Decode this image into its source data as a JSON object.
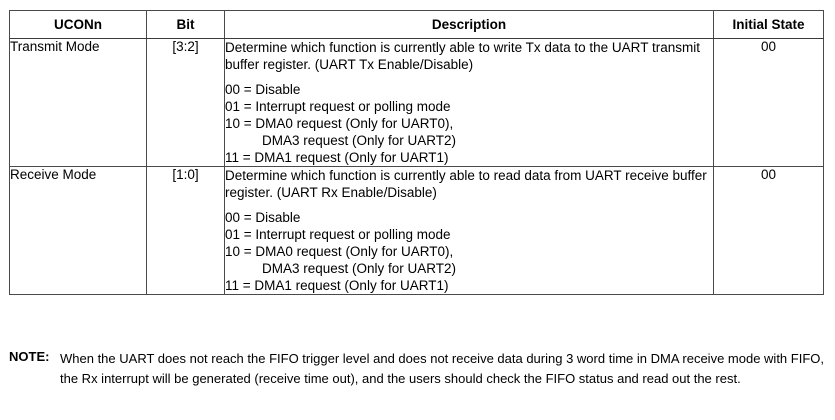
{
  "table": {
    "headers": [
      {
        "label": "UCONn"
      },
      {
        "label": "Bit"
      },
      {
        "label": "Description"
      },
      {
        "label": "Initial State"
      }
    ],
    "rows": [
      {
        "name": "Transmit Mode",
        "bit": "[3:2]",
        "description_paragraph": "Determine which function is currently able to write Tx data to the UART transmit buffer register. (UART Tx Enable/Disable)",
        "description_options": [
          {
            "text": "00 = Disable",
            "indented": false
          },
          {
            "text": "01 = Interrupt request or polling mode",
            "indented": false
          },
          {
            "text": "10 = DMA0 request (Only for UART0),",
            "indented": false
          },
          {
            "text": "DMA3 request (Only for UART2)",
            "indented": true
          },
          {
            "text": "11 = DMA1 request (Only for UART1)",
            "indented": false
          }
        ],
        "initial_state": "00"
      },
      {
        "name": "Receive Mode",
        "bit": "[1:0]",
        "description_paragraph": "Determine which function is currently able to read data from UART receive buffer register. (UART Rx Enable/Disable)",
        "description_options": [
          {
            "text": "00 = Disable",
            "indented": false
          },
          {
            "text": "01 = Interrupt request or polling mode",
            "indented": false
          },
          {
            "text": "10 = DMA0 request (Only for UART0),",
            "indented": false
          },
          {
            "text": "DMA3 request (Only for UART2)",
            "indented": true
          },
          {
            "text": "11 = DMA1 request (Only for UART1)",
            "indented": false
          }
        ],
        "initial_state": "00"
      }
    ]
  },
  "note": {
    "label": "NOTE:",
    "text": "When the UART does not reach the FIFO trigger level and does not receive data during 3 word time in DMA receive mode with FIFO, the Rx interrupt will be generated (receive time out), and the users should check the FIFO status and read out the rest."
  }
}
